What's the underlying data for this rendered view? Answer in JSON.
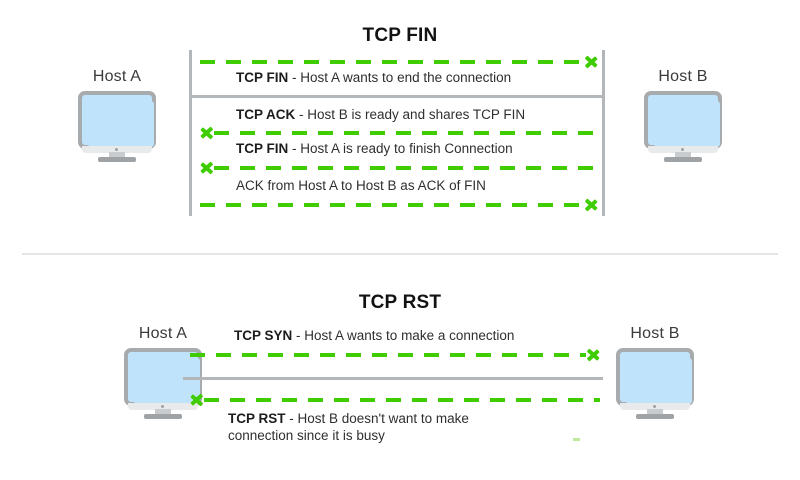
{
  "sections": [
    {
      "id": "fin",
      "title": "TCP FIN",
      "hosts": {
        "left": "Host A",
        "right": "Host B"
      },
      "messages": [
        {
          "tag": "TCP FIN",
          "sep": " - ",
          "text": "Host A wants to end the connection",
          "direction": "left-to-right"
        },
        {
          "tag": "TCP ACK",
          "sep": " - ",
          "text": "Host B is ready and shares TCP FIN",
          "direction": "right-to-left"
        },
        {
          "tag": "TCP FIN",
          "sep": " - ",
          "text": "Host A is ready to finish Connection",
          "direction": "right-to-left"
        },
        {
          "tag": "",
          "sep": "",
          "text": "ACK from Host A to Host B as ACK of FIN",
          "direction": "left-to-right"
        }
      ]
    },
    {
      "id": "rst",
      "title": "TCP RST",
      "hosts": {
        "left": "Host A",
        "right": "Host B"
      },
      "messages": [
        {
          "tag": "TCP SYN",
          "sep": " - ",
          "text": "Host A wants to make a connection",
          "direction": "left-to-right"
        },
        {
          "tag": "TCP RST",
          "sep": " - ",
          "text": "Host B doesn't want to make connection since it is busy",
          "direction": "right-to-left"
        }
      ]
    }
  ],
  "colors": {
    "arrow_green": "#3fcc00",
    "screen_blue": "#bfe3fb",
    "line_gray": "#b4b7b9",
    "title_black": "#121212",
    "divider_gray": "#e4e5e6"
  }
}
